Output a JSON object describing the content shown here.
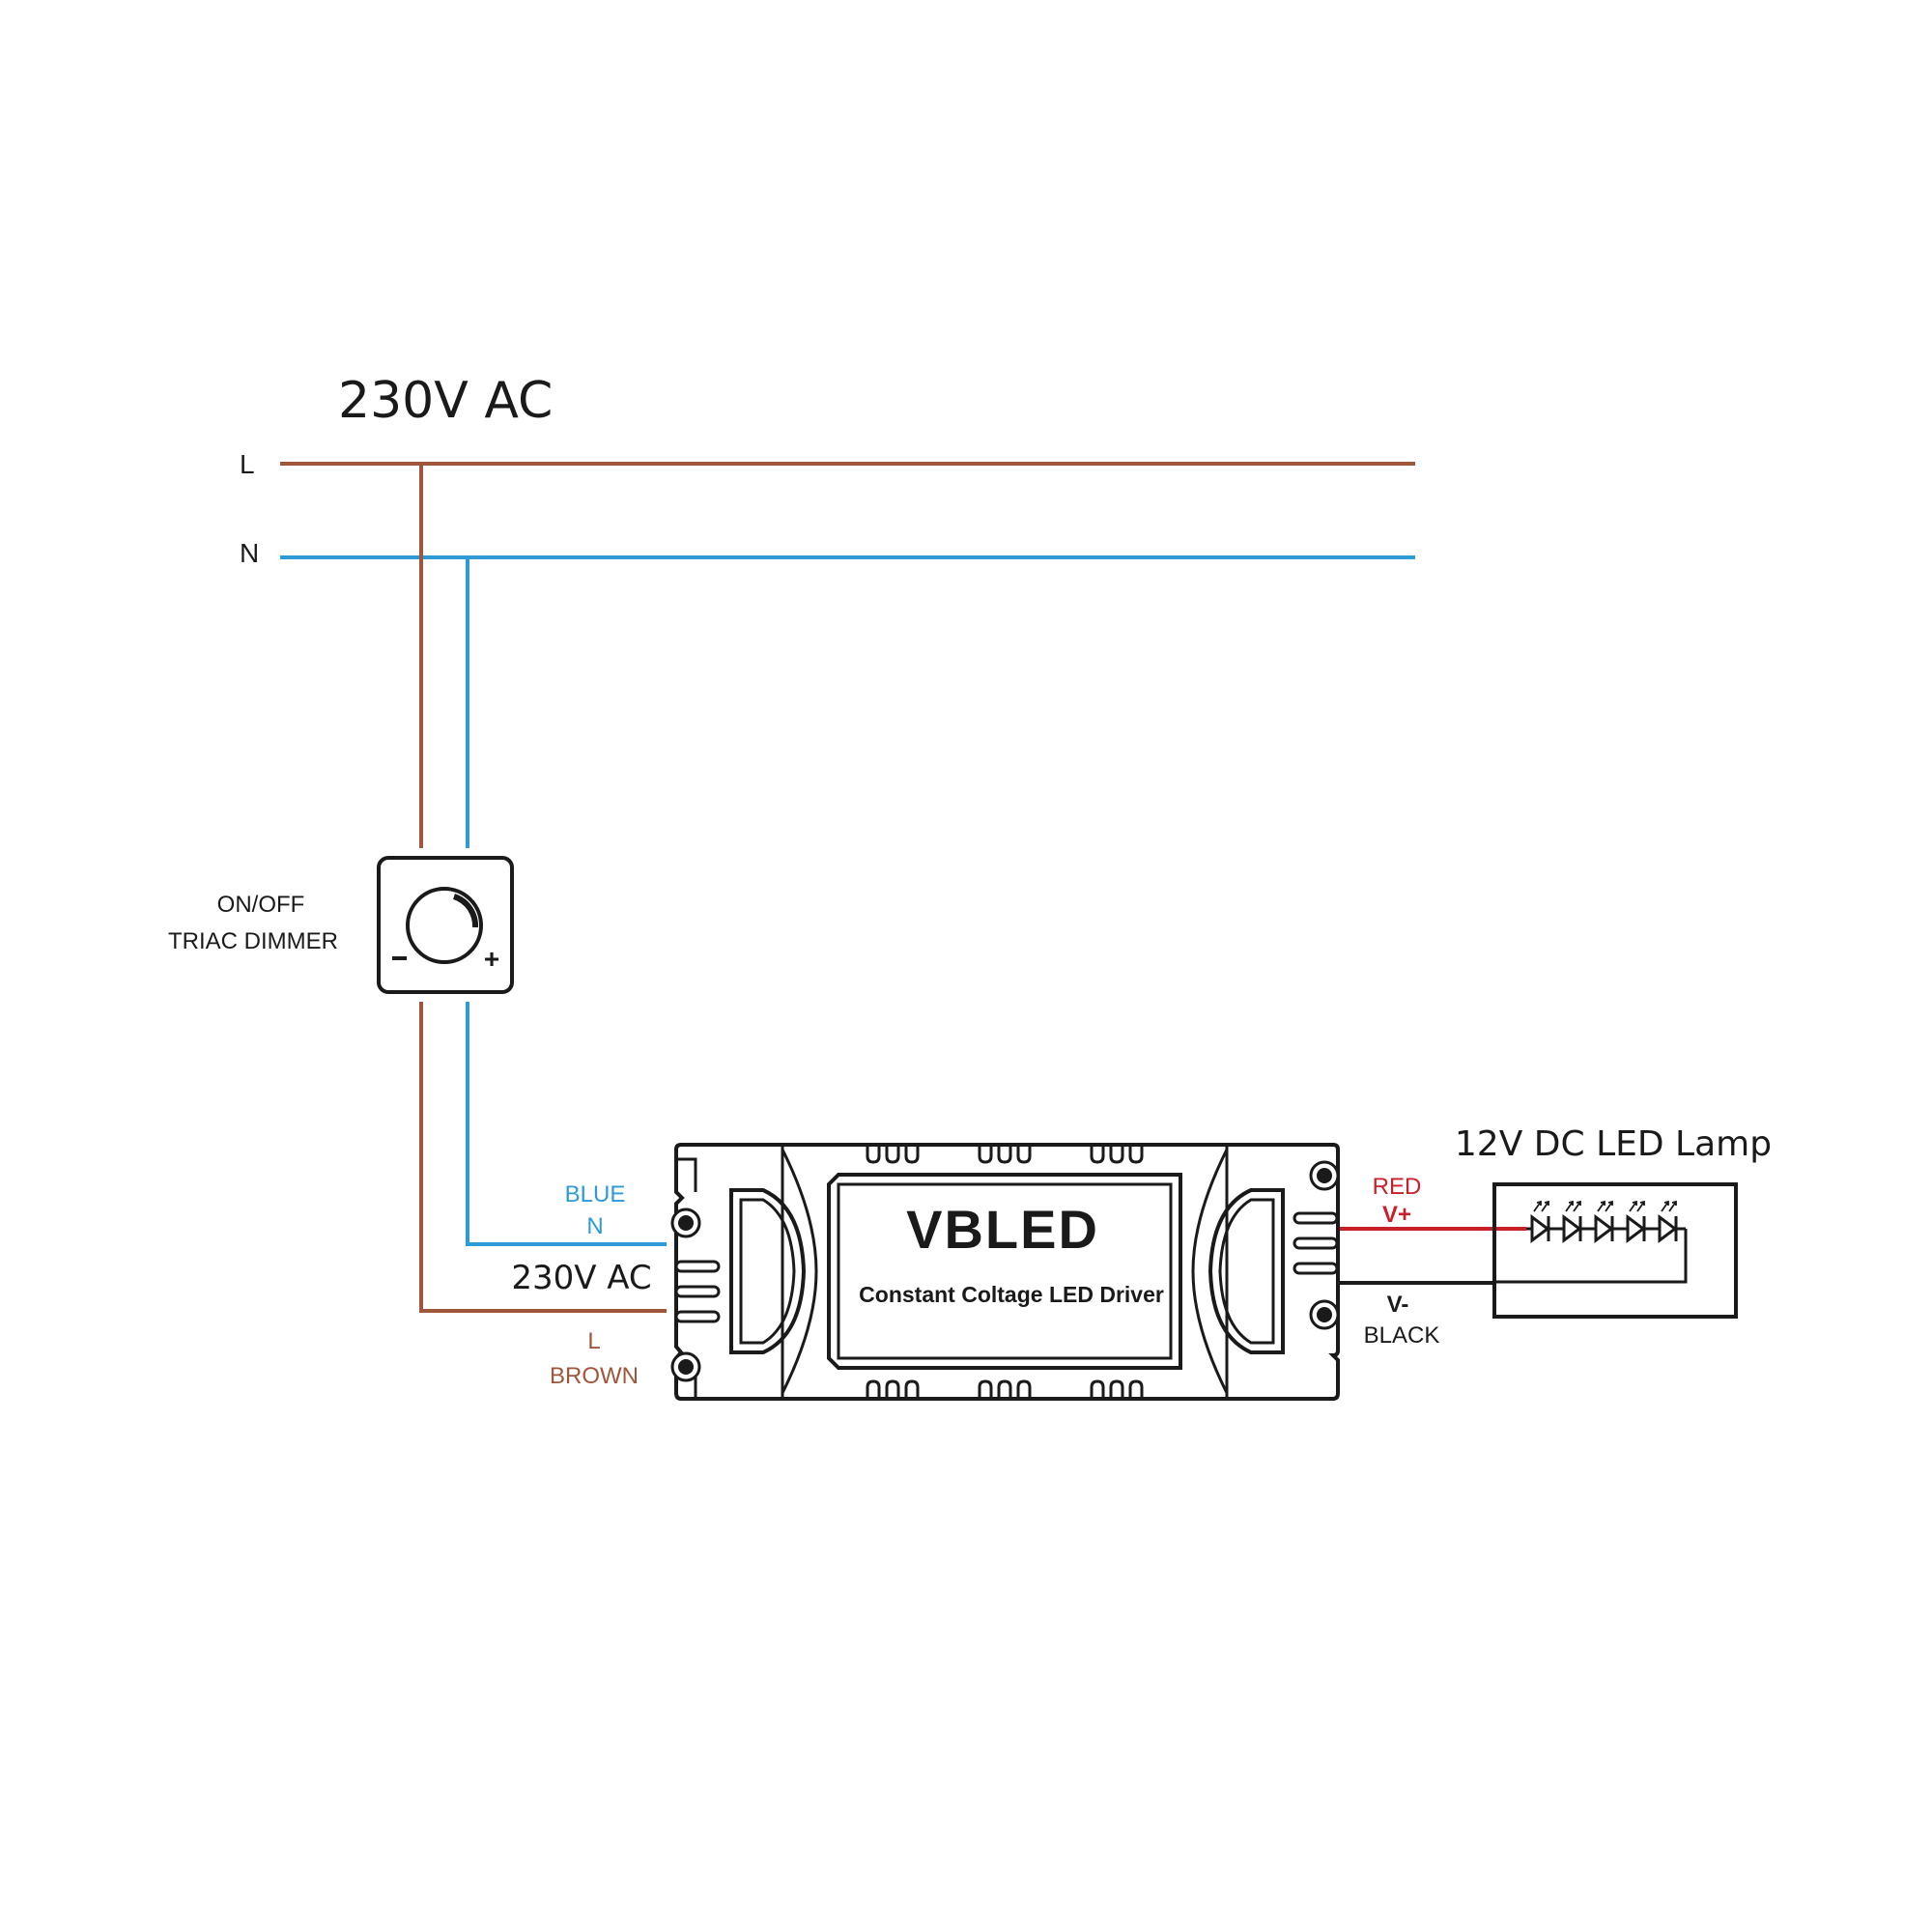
{
  "title": "230V AC",
  "mains": {
    "line_label": "L",
    "neutral_label": "N"
  },
  "dimmer": {
    "label_line1": "ON/OFF",
    "label_line2": "TRIAC DIMMER",
    "minus": "−",
    "plus": "+"
  },
  "driver": {
    "brand": "VBLED",
    "subtitle": "Constant Coltage LED Driver",
    "input_voltage": "230V AC",
    "neutral_color_label": "BLUE",
    "neutral_label": "N",
    "line_label": "L",
    "line_color_label": "BROWN"
  },
  "output": {
    "positive_color_label": "RED",
    "positive_label": "V+",
    "negative_label": "V-",
    "negative_color_label": "BLACK"
  },
  "lamp": {
    "title": "12V DC LED Lamp",
    "led_count": 5
  },
  "colors": {
    "live_brown": "#a0563a",
    "neutral_blue": "#2e9ad6",
    "positive_red": "#c8202a",
    "outline": "#1a1a1a",
    "text": "#1a1a1a"
  }
}
